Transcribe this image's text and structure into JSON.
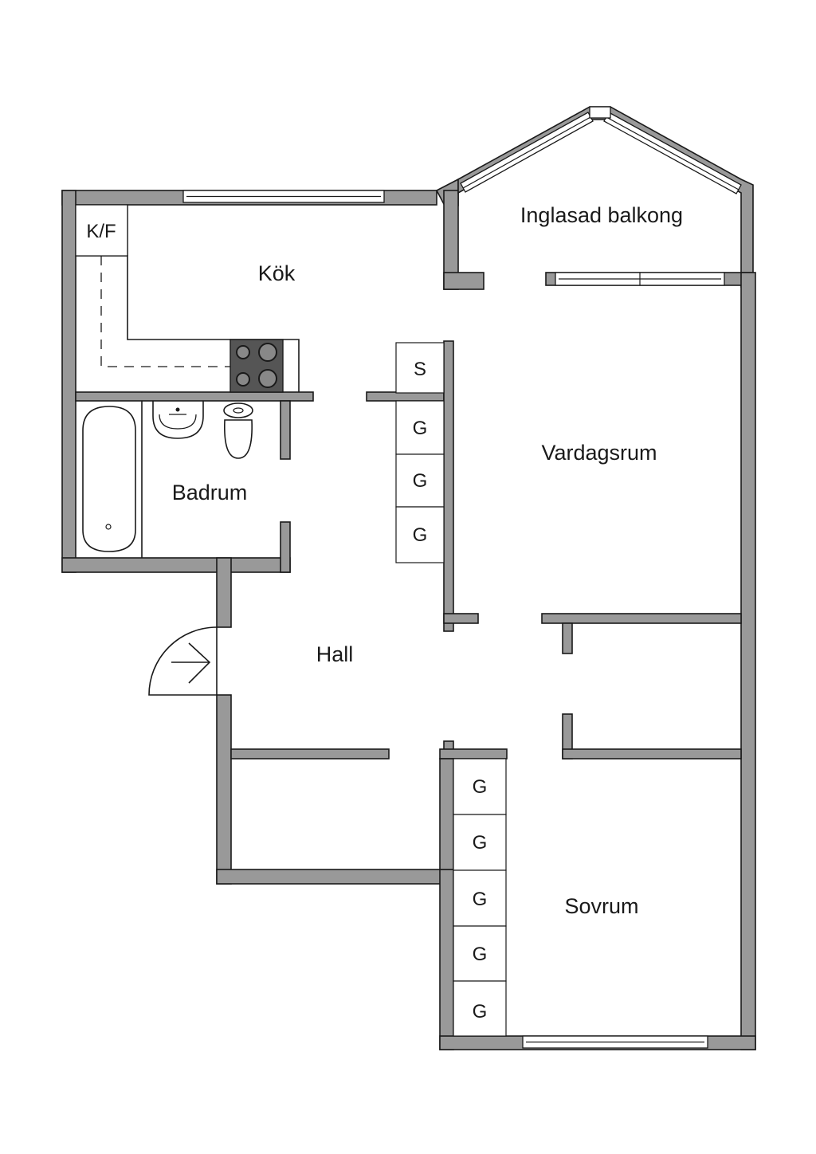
{
  "rooms": {
    "balcony": "Inglasad balkong",
    "kitchen": "Kök",
    "living": "Vardagsrum",
    "bathroom": "Badrum",
    "hall": "Hall",
    "bedroom": "Sovrum"
  },
  "fixtures": {
    "fridge_freezer": "K/F",
    "storage": "S",
    "wardrobe": "G"
  },
  "icons": {
    "entrance": "entrance-arrow-icon",
    "stove": "stove-icon",
    "sink": "sink-icon",
    "toilet": "toilet-icon",
    "bathtub": "bathtub-icon"
  },
  "colors": {
    "wall": "#999999",
    "outline": "#1a1a1a",
    "stove": "#555555"
  }
}
